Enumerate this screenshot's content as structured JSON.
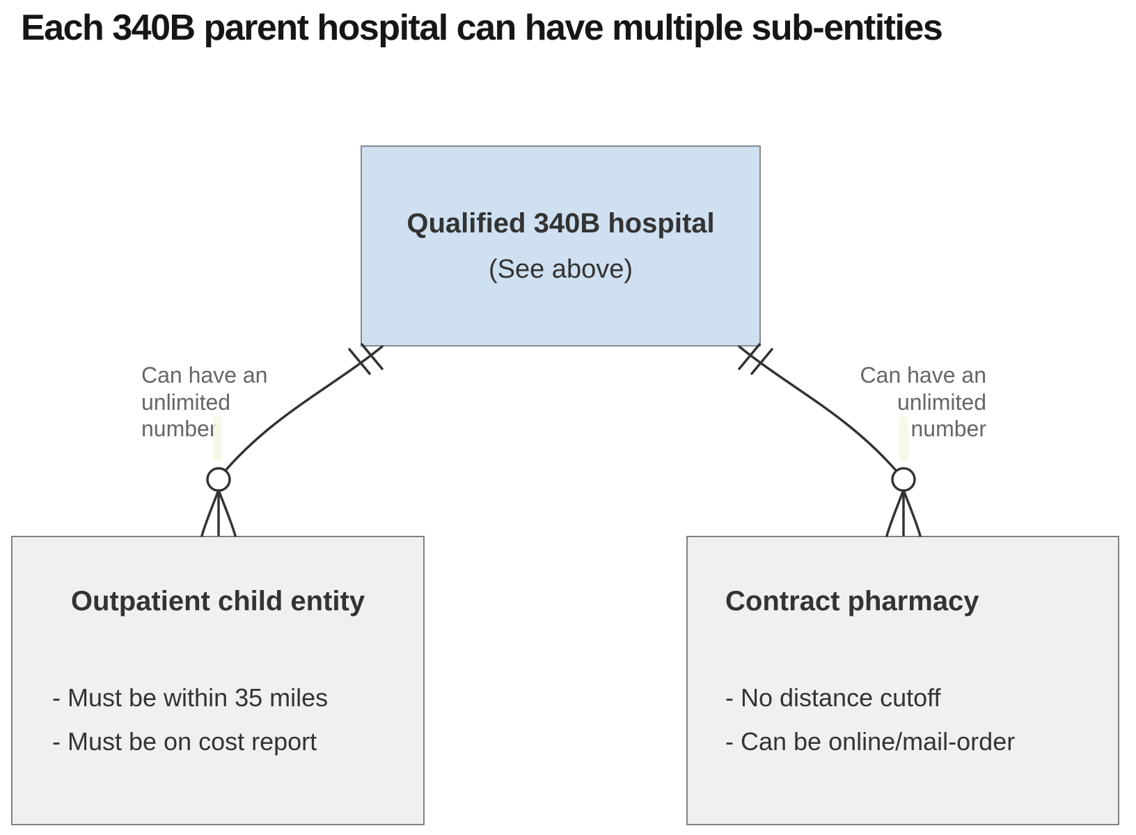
{
  "title": "Each 340B parent hospital can have multiple sub-entities",
  "diagram": {
    "parent_box": {
      "title": "Qualified 340B hospital",
      "subtitle": "(See above)"
    },
    "left_box": {
      "title": "Outpatient child entity",
      "bullets": [
        "- Must be within 35 miles",
        "- Must be on cost report"
      ]
    },
    "right_box": {
      "title": "Contract pharmacy",
      "bullets": [
        "- No distance cutoff",
        "- Can be online/mail-order"
      ]
    },
    "left_edge_label": {
      "lines": [
        "Can have an",
        "unlimited",
        "number"
      ]
    },
    "right_edge_label": {
      "lines": [
        "Can have an",
        "unlimited",
        "number"
      ]
    },
    "colors": {
      "background": "#ffffff",
      "title_text": "#161616",
      "parent_box_fill": "#cfe0f0",
      "parent_box_border": "#848a90",
      "child_box_fill": "#f0f0f0",
      "child_box_border": "#808080",
      "box_text": "#333333",
      "edge_line": "#333333",
      "edge_label_text": "#666666",
      "edge_label_bg": "#f6f8e4"
    },
    "notation": {
      "parent_end": "exactly one (||)",
      "child_end": "zero or many (o<)"
    }
  }
}
